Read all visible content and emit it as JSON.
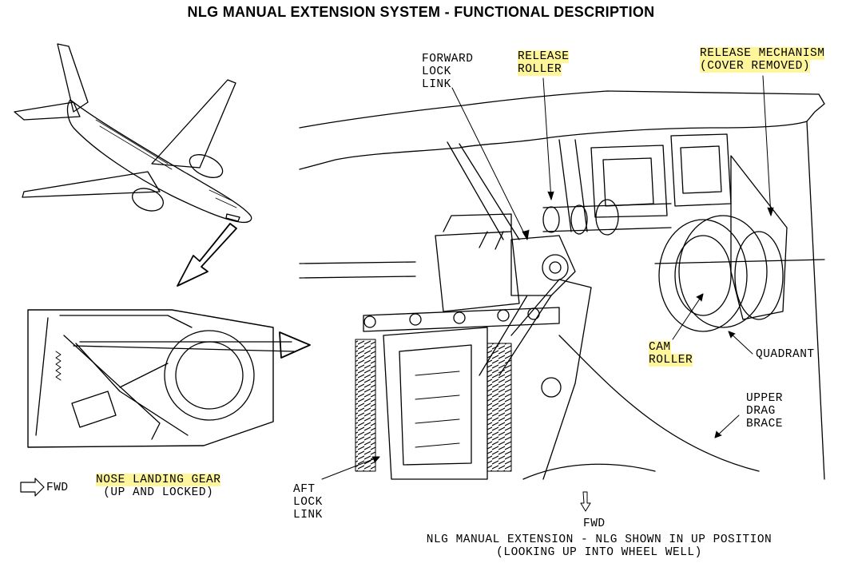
{
  "title": "NLG MANUAL EXTENSION SYSTEM - FUNCTIONAL DESCRIPTION",
  "labels": {
    "forward_lock_link": [
      "FORWARD",
      "LOCK",
      "LINK"
    ],
    "release_roller": [
      "RELEASE",
      "ROLLER"
    ],
    "release_mechanism": [
      "RELEASE MECHANISM",
      "(COVER REMOVED)"
    ],
    "cam_roller": [
      "CAM",
      "ROLLER"
    ],
    "quadrant": "QUADRANT",
    "upper_drag_brace": [
      "UPPER",
      "DRAG",
      "BRACE"
    ],
    "aft_lock_link": [
      "AFT",
      "LOCK",
      "LINK"
    ],
    "nose_landing_gear": [
      "NOSE LANDING GEAR",
      "(UP AND LOCKED)"
    ],
    "fwd_left": "FWD",
    "fwd_bottom": "FWD",
    "caption": [
      "NLG MANUAL EXTENSION - NLG SHOWN IN UP POSITION",
      "(LOOKING UP INTO WHEEL WELL)"
    ]
  },
  "colors": {
    "highlight": "#fff59a",
    "ink": "#000000"
  }
}
